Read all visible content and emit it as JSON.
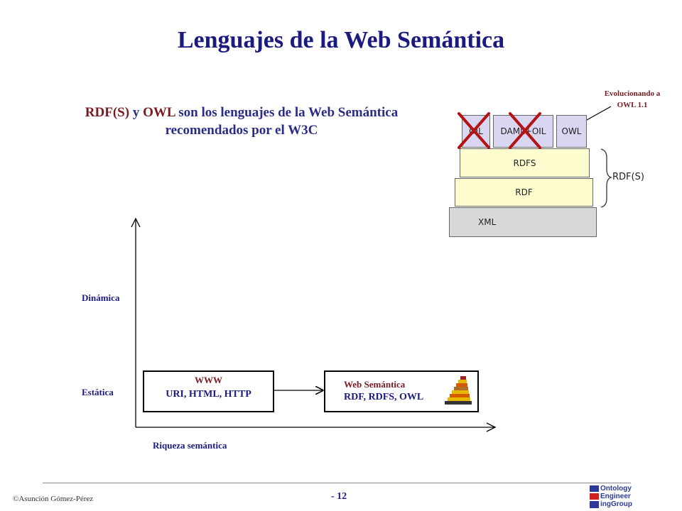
{
  "slide": {
    "title": "Lenguajes de la  Web Semántica",
    "subtitle": {
      "part1": "RDF(S)",
      "part2": " y ",
      "part3": "OWL",
      "part4": " son los lenguajes de la Web Semántica",
      "line2": "recomendados por el W3C"
    }
  },
  "stack": {
    "annotation_line1": "Evolucionando a",
    "annotation_line2": "OWL 1.1",
    "layers": {
      "xml": "XML",
      "rdf": "RDF",
      "rdfs": "RDFS",
      "oil": "OIL",
      "damloil": "DAML+OIL",
      "owl": "OWL"
    },
    "brace_label": "RDF(S)"
  },
  "axes": {
    "y_label_high": "Dinámica",
    "y_label_low": "Estática",
    "x_label": "Riqueza semántica"
  },
  "boxes": {
    "www_title": "WWW",
    "www_body": "URI, HTML, HTTP",
    "sw_title": "Web Semántica",
    "sw_body": "RDF, RDFS, OWL"
  },
  "footer": {
    "author": "©Asunción Gómez-Pérez",
    "page": "- 12",
    "logo_line1": "Ontology",
    "logo_line2": "Engineer",
    "logo_line3": "ingGroup"
  },
  "colors": {
    "title": "#1a1a80",
    "accent_red": "#7a1a22",
    "cross": "#b41414",
    "layer_yellow": "#fdfdd0",
    "layer_lavender": "#d9d6f2",
    "layer_gray": "#d8d8d8"
  }
}
